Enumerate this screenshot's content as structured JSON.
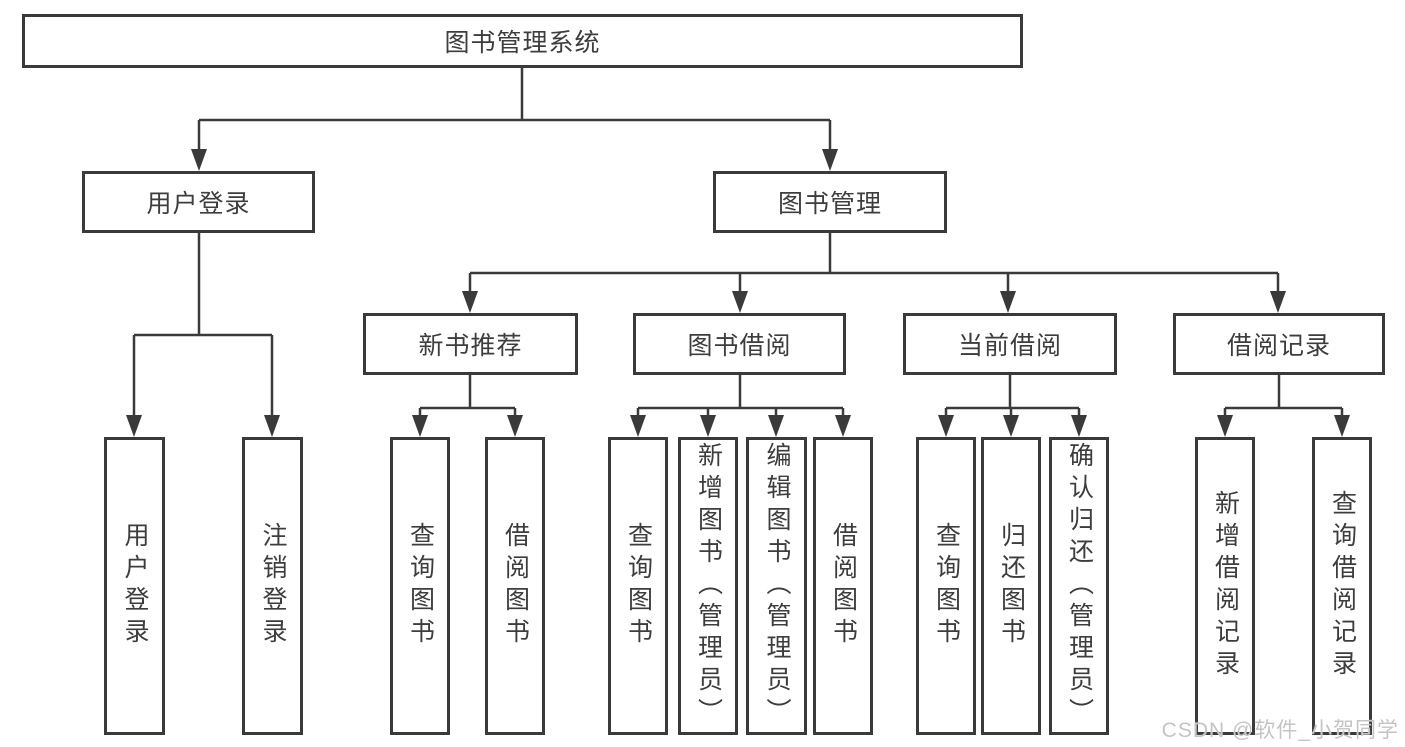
{
  "tree": {
    "root": {
      "label": "图书管理系统"
    },
    "user": {
      "label": "用户登录",
      "children": [
        "用户登录",
        "注销登录"
      ]
    },
    "management": {
      "label": "图书管理",
      "sections": [
        {
          "label": "新书推荐",
          "children": [
            "查询图书",
            "借阅图书"
          ]
        },
        {
          "label": "图书借阅",
          "children": [
            "查询图书",
            "新增图书（管理员）",
            "编辑图书（管理员）",
            "借阅图书"
          ]
        },
        {
          "label": "当前借阅",
          "children": [
            "查询图书",
            "归还图书",
            "确认归还（管理员）"
          ]
        },
        {
          "label": "借阅记录",
          "children": [
            "新增借阅记录",
            "查询借阅记录"
          ]
        }
      ]
    }
  },
  "watermark": "CSDN @软件_小贺同学",
  "colors": {
    "line": "#3a3a3a",
    "text": "#3d3d3d",
    "watermark": "#c4c4c4",
    "background": "#ffffff"
  }
}
